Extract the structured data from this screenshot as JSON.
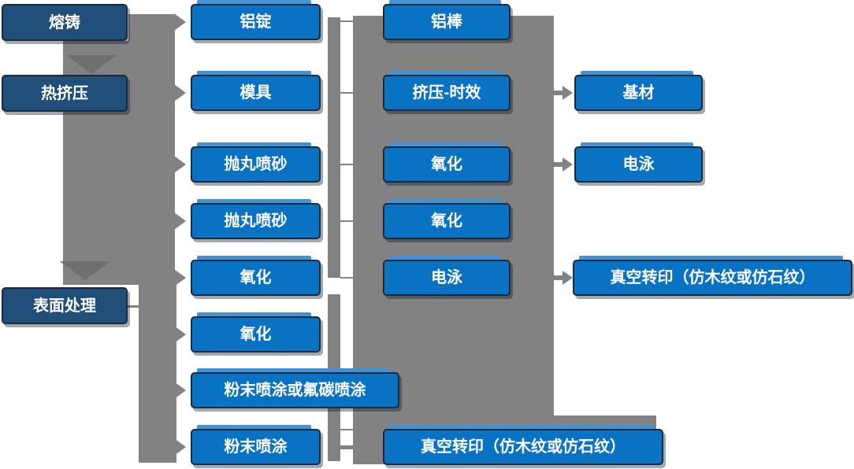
{
  "colors": {
    "background": "#ffffff",
    "box_blue": "#0a72c3",
    "box_highlight": "#4293d5",
    "box_dark_blue": "#1f4e79",
    "box_border": "#1b2a3d",
    "connector_gray": "#828282",
    "connector_dark_gray": "#6f6f6f",
    "text_white": "#ffffff"
  },
  "boxes": {
    "melting": {
      "label": "熔铸"
    },
    "hot_extrusion": {
      "label": "热挤压"
    },
    "surface_treatment": {
      "label": "表面处理"
    },
    "aluminum_ingot": {
      "label": "铝锭"
    },
    "mold": {
      "label": "模具"
    },
    "shot_blasting_1": {
      "label": "抛丸喷砂"
    },
    "shot_blasting_2": {
      "label": "抛丸喷砂"
    },
    "oxidation_a": {
      "label": "氧化"
    },
    "oxidation_b": {
      "label": "氧化"
    },
    "powder_or_fluorocarbon": {
      "label": "粉末喷涂或氟碳喷涂"
    },
    "powder_coating": {
      "label": "粉末喷涂"
    },
    "aluminum_rod": {
      "label": "铝棒"
    },
    "extrusion_aging": {
      "label": "挤压-时效"
    },
    "oxidation_c": {
      "label": "氧化"
    },
    "oxidation_d": {
      "label": "氧化"
    },
    "electrophoresis_a": {
      "label": "电泳"
    },
    "vacuum_transfer_a": {
      "label": "真空转印（仿木纹或仿石纹）"
    },
    "base_material": {
      "label": "基材"
    },
    "electrophoresis_b": {
      "label": "电泳"
    },
    "vacuum_transfer_b": {
      "label": "真空转印（仿木纹或仿石纹）"
    }
  },
  "flows": {
    "main_chain": [
      "熔铸",
      "热挤压",
      "表面处理"
    ],
    "left_trunk_arrow_targets": [
      "铝锭",
      "模具",
      "抛丸喷砂",
      "抛丸喷砂",
      "氧化"
    ],
    "surface_trunk_arrow_targets": [
      "氧化",
      "粉末喷涂或氟碳喷涂",
      "粉末喷涂"
    ],
    "center_block_arrow_targets": [
      "基材",
      "电泳",
      "真空转印（仿木纹或仿石纹）"
    ],
    "linked_rows": [
      [
        "铝锭",
        "铝棒"
      ],
      [
        "模具",
        "挤压-时效"
      ],
      [
        "抛丸喷砂",
        "氧化"
      ],
      [
        "抛丸喷砂",
        "氧化"
      ],
      [
        "氧化",
        "电泳"
      ],
      [
        "粉末喷涂",
        "真空转印（仿木纹或仿石纹）"
      ]
    ]
  }
}
